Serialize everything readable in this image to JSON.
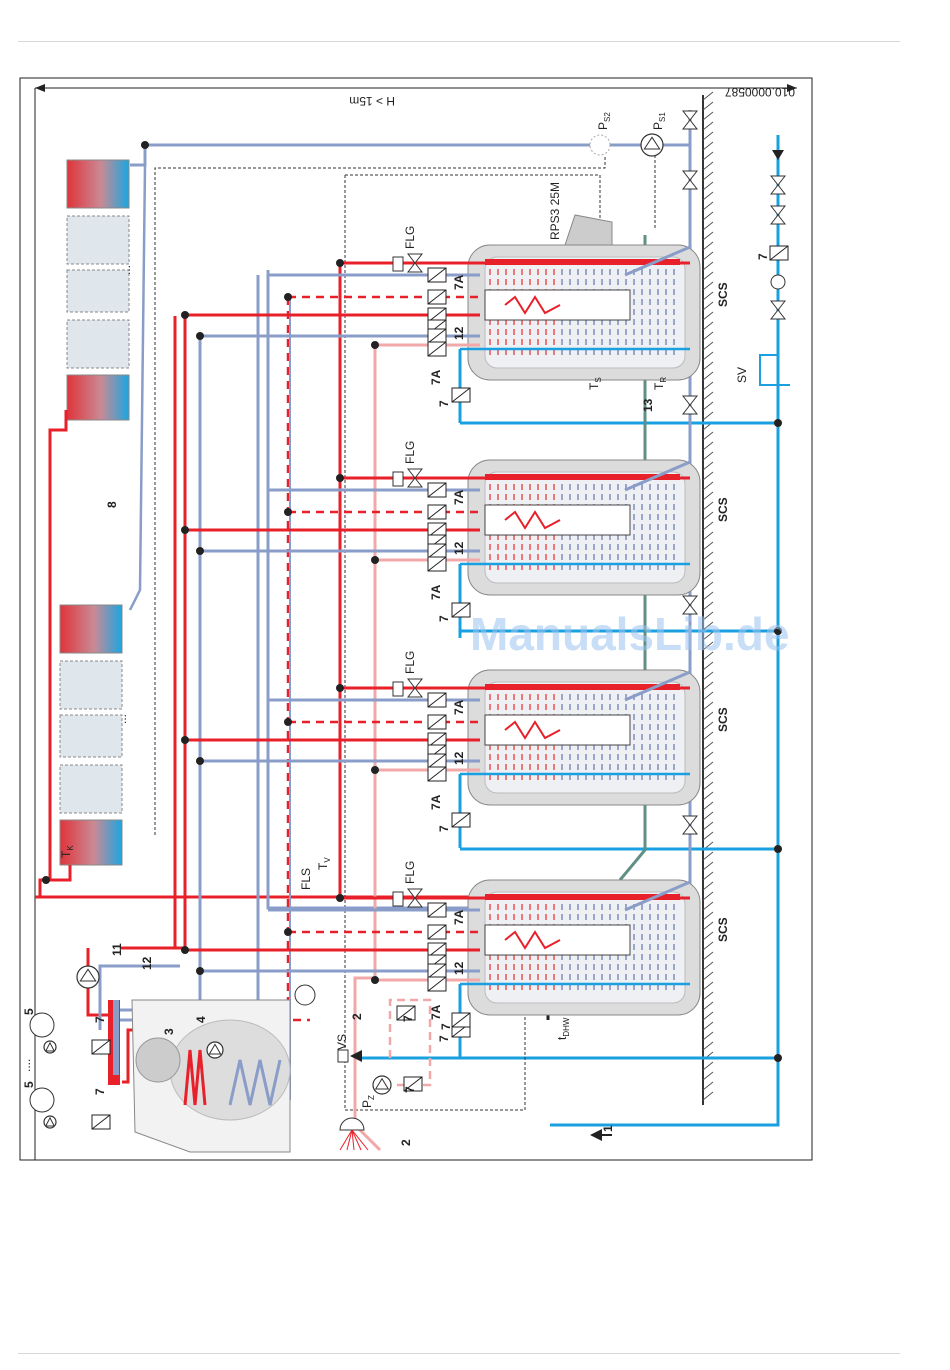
{
  "diagram": {
    "code": "010.0000587",
    "height_note": "H > 15m",
    "watermark": "ManualsLib.de",
    "colors": {
      "hot": "#e8202a",
      "return": "#8a9cc8",
      "cold": "#1aa0e0",
      "dhw": "#f2a8a8",
      "sensor": "#5f8f85",
      "frame": "#222222"
    },
    "labels": {
      "ps1": "P",
      "ps1_sub": "S1",
      "ps2": "P",
      "ps2_sub": "S2",
      "controller": "RPS3 25M",
      "ts": "T",
      "ts_sub": "S",
      "tr": "T",
      "tr_sub": "R",
      "sv": "SV",
      "line13": "13",
      "seven": "7",
      "collectors": "8",
      "tk": "T",
      "tk_sub": "K",
      "fls": "FLS",
      "tv": "T",
      "tv_sub": "V",
      "flow11": "11",
      "ret12": "12",
      "line4": "4",
      "line3": "3",
      "boiler5a": "5",
      "boiler5b": "5",
      "dots": "....",
      "vs": "VS",
      "line2a": "2",
      "line2b": "2",
      "pz": "P",
      "pz_sub": "Z",
      "tdhw": "t",
      "tdhw_sub": "DHW",
      "line1": "1",
      "seven_a": "7",
      "seven_b": "7",
      "seven_c": "7",
      "seven_d": "7",
      "seven_e": "7"
    },
    "tank_labels": {
      "flg": "FLG",
      "v7a": "7A",
      "n12": "12",
      "scs": "SCS",
      "v7": "7"
    }
  }
}
